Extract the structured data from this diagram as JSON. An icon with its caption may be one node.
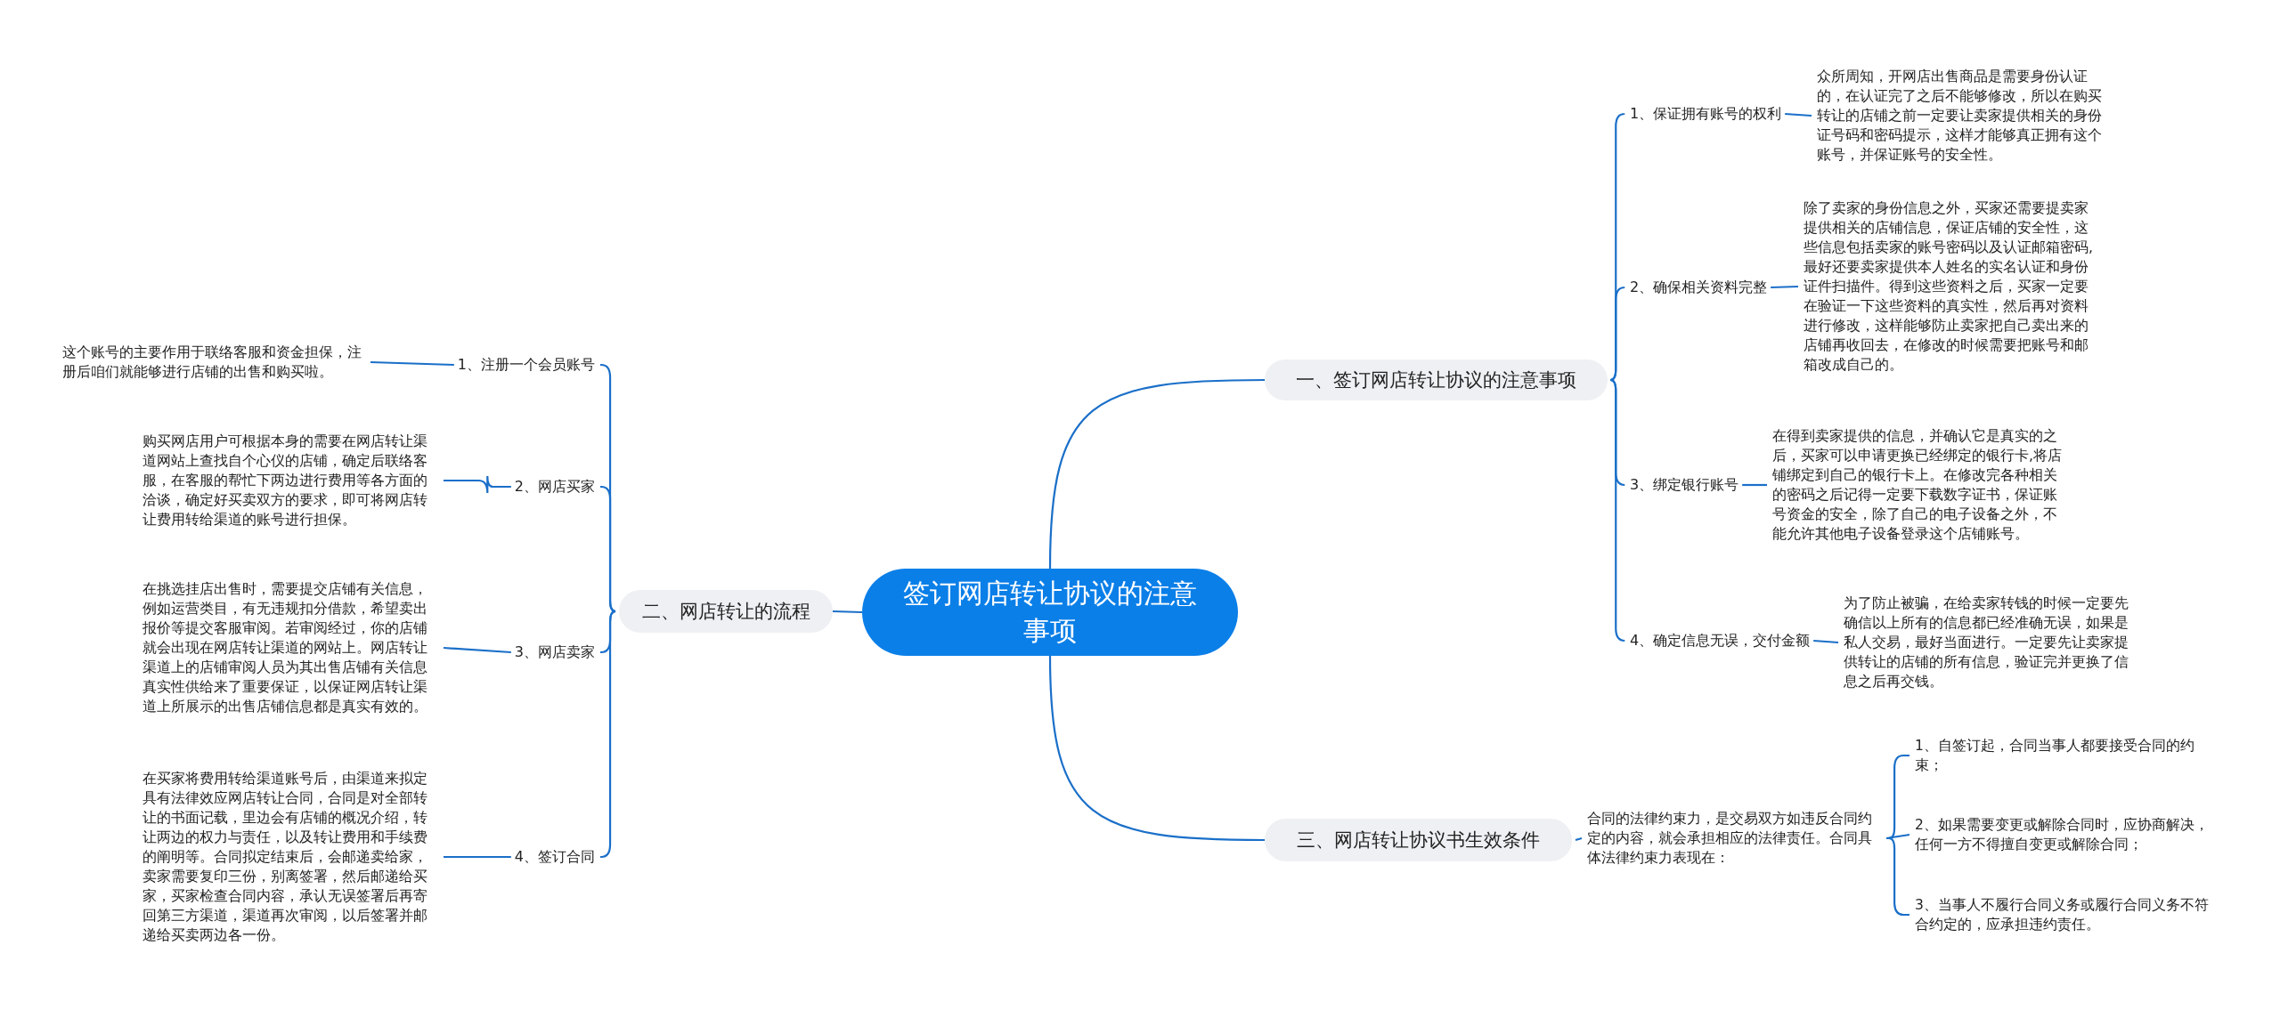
{
  "diagram": {
    "nodes": [
      {
        "text": [
          "签订网店转让协议的注意事项"
        ]
      },
      {
        "text": [
          "一、签订网店转让协议的注意事项"
        ]
      },
      {
        "text": [
          "1、保证拥有账号的权利"
        ]
      },
      {
        "text": [
          "众所周知，开网店出售商品是需要身份认证的，在认证完了之后不能够修改，所以在购买转让的店铺之前一定要让卖家提供相关的身份证号码和密码提示，这样才能够真正拥有这个账号，并保证账号的安全性。"
        ]
      },
      {
        "text": [
          "2、确保相关资料完整"
        ]
      },
      {
        "text": [
          "除了卖家的身份信息之外，买家还需要提卖家提供相关的店铺信息，保证店铺的安全性，这些信息包括卖家的账号密码以及认证邮箱密码,最好还要卖家提供本人姓名的实名认证和身份证件扫描件。得到这些资料之后，买家一定要在验证一下这些资料的真实性，然后再对资料进行修改，这样能够防止卖家把自己卖出来的店铺再收回去，在修改的时候需要把账号和邮箱改成自己的。"
        ]
      },
      {
        "text": [
          "3、绑定银行账号"
        ]
      },
      {
        "text": [
          "在得到卖家提供的信息，并确认它是真实的之后，买家可以申请更换已经绑定的银行卡,将店铺绑定到自己的银行卡上。在修改完各种相关的密码之后记得一定要下载数字证书，保证账号资金的安全，除了自己的电子设备之外，不能允许其他电子设备登录这个店铺账号。"
        ]
      },
      {
        "text": [
          "4、确定信息无误，交付金额"
        ]
      },
      {
        "text": [
          "为了防止被骗，在给卖家转钱的时候一定要先确信以上所有的信息都已经准确无误，如果是私人交易，最好当面进行。一定要先让卖家提供转让的店铺的所有信息，验证完并更换了信息之后再交钱。"
        ]
      },
      {
        "text": [
          "二、网店转让的流程"
        ]
      },
      {
        "text": [
          "1、注册一个会员账号"
        ]
      },
      {
        "text": [
          "这个账号的主要作用于联络客服和资金担保，注册后咱们就能够进行店铺的出售和购买啦。"
        ]
      },
      {
        "text": [
          "2、网店买家"
        ]
      },
      {
        "text": [
          "购买网店用户可根据本身的需要在网店转让渠道网站上查找自个心仪的店铺，确定后联络客服，在客服的帮忙下两边进行费用等各方面的洽谈，确定好买卖双方的要求，即可将网店转让费用转给渠道的账号进行担保。"
        ]
      },
      {
        "text": [
          "3、网店卖家"
        ]
      },
      {
        "text": [
          "在挑选挂店出售时，需要提交店铺有关信息，例如运营类目，有无违规扣分借款，希望卖出报价等提交客服审阅。若审阅经过，你的店铺就会出现在网店转让渠道的网站上。网店转让渠道上的店铺审阅人员为其出售店铺有关信息真实性供给来了重要保证，以保证网店转让渠道上所展示的出售店铺信息都是真实有效的。"
        ]
      },
      {
        "text": [
          "4、签订合同"
        ]
      },
      {
        "text": [
          "在买家将费用转给渠道账号后，由渠道来拟定具有法律效应网店转让合同，合同是对全部转让的书面记载，里边会有店铺的概况介绍，转让两边的权力与责任，以及转让费用和手续费的阐明等。合同拟定结束后，会邮递卖给家，卖家需要复印三份，别离签署，然后邮递给买家，买家检查合同内容，承认无误签署后再寄回第三方渠道，渠道再次审阅，以后签署并邮递给买卖两边各一份。"
        ]
      },
      {
        "text": [
          "三、网店转让协议书生效条件"
        ]
      },
      {
        "text": [
          "合同的法律约束力，是交易双方如违反合同约定的内容，就会承担相应的法律责任。合同具体法律约束力表现在："
        ]
      },
      {
        "text": [
          "1、自签订起，合同当事人都要接受合同的约束；"
        ]
      },
      {
        "text": [
          "2、如果需要变更或解除合同时，应协商解决，任何一方不得擅自变更或解除合同；"
        ]
      },
      {
        "text": [
          "3、当事人不履行合同义务或履行合同义务不符合约定的，应承担违约责任。"
        ]
      }
    ],
    "edges": [
      {
        "from": 0,
        "to": 1,
        "arrow": "none"
      },
      {
        "from": 1,
        "to": 2,
        "arrow": "none"
      },
      {
        "from": 2,
        "to": 3,
        "arrow": "none"
      },
      {
        "from": 1,
        "to": 4,
        "arrow": "none"
      },
      {
        "from": 4,
        "to": 5,
        "arrow": "none"
      },
      {
        "from": 1,
        "to": 6,
        "arrow": "none"
      },
      {
        "from": 6,
        "to": 7,
        "arrow": "none"
      },
      {
        "from": 1,
        "to": 8,
        "arrow": "none"
      },
      {
        "from": 8,
        "to": 9,
        "arrow": "none"
      },
      {
        "from": 0,
        "to": 10,
        "arrow": "none"
      },
      {
        "from": 10,
        "to": 11,
        "arrow": "none"
      },
      {
        "from": 11,
        "to": 12,
        "arrow": "none"
      },
      {
        "from": 10,
        "to": 13,
        "arrow": "none"
      },
      {
        "from": 13,
        "to": 14,
        "arrow": "none"
      },
      {
        "from": 10,
        "to": 15,
        "arrow": "none"
      },
      {
        "from": 15,
        "to": 16,
        "arrow": "none"
      },
      {
        "from": 10,
        "to": 17,
        "arrow": "none"
      },
      {
        "from": 17,
        "to": 18,
        "arrow": "none"
      },
      {
        "from": 0,
        "to": 19,
        "arrow": "none"
      },
      {
        "from": 19,
        "to": 20,
        "arrow": "none"
      },
      {
        "from": 20,
        "to": 21,
        "arrow": "none"
      },
      {
        "from": 20,
        "to": 22,
        "arrow": "none"
      },
      {
        "from": 20,
        "to": 23,
        "arrow": "none"
      }
    ]
  }
}
